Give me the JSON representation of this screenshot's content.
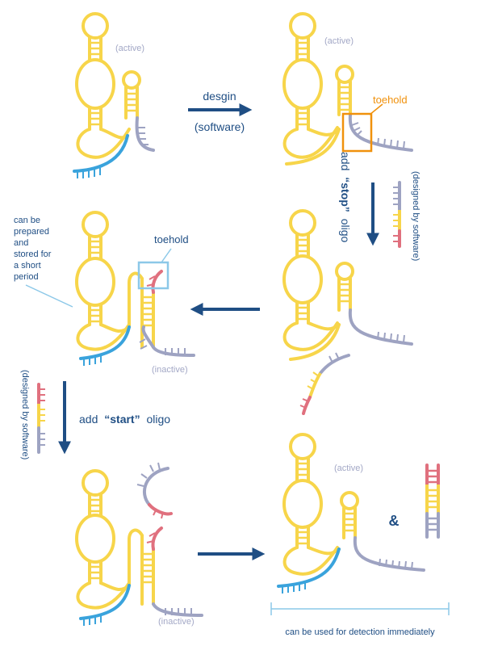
{
  "labels": {
    "active": "(active)",
    "inactive": "(inactive)",
    "design": "desgin",
    "software": "(software)",
    "toehold": "toehold",
    "add_stop_pre": "add",
    "add_stop_bold": "“stop”",
    "add_stop_post": "oligo",
    "designed_by_software": "(designed by software)",
    "can_be_prepared": [
      "can be",
      "prepared",
      "and",
      "stored for",
      "a short",
      "period"
    ],
    "add_start_pre": "add",
    "add_start_bold": "“start”",
    "add_start_post": "oligo",
    "ampersand": "&",
    "detection": "can be used for detection immediately"
  },
  "colors": {
    "rna_yellow": "#f7d54a",
    "blue_strand": "#3aa3dc",
    "grey_strand": "#9ea3c2",
    "pink_toehold": "#e0707e",
    "arrow_navy": "#1f4e84",
    "highlight_orange": "#f0910c",
    "highlight_lightblue": "#8cc8e8",
    "text_navy": "#1f4e84",
    "state_grey": "#a3a8c6"
  }
}
